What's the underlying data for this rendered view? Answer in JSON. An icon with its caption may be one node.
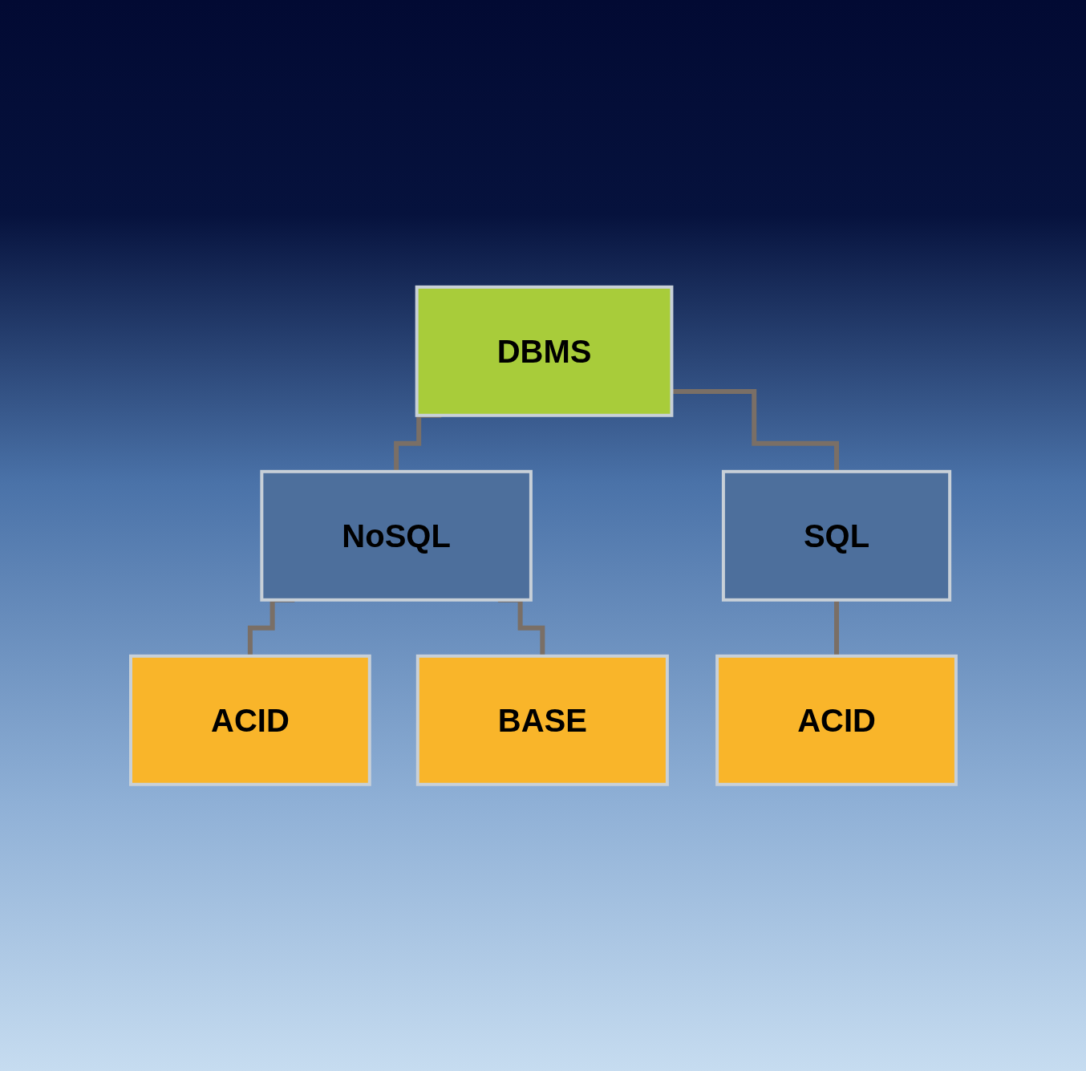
{
  "diagram": {
    "nodes": [
      {
        "text": [
          "DBMS"
        ]
      },
      {
        "text": [
          "NoSQL"
        ]
      },
      {
        "text": [
          "SQL"
        ]
      },
      {
        "text": [
          "ACID"
        ]
      },
      {
        "text": [
          "BASE"
        ]
      },
      {
        "text": [
          "ACID"
        ]
      }
    ],
    "edges": [
      {
        "from": 0,
        "to": 1,
        "arrow": "none"
      },
      {
        "from": 0,
        "to": 2,
        "arrow": "none"
      },
      {
        "from": 1,
        "to": 3,
        "arrow": "none"
      },
      {
        "from": 1,
        "to": 4,
        "arrow": "none"
      },
      {
        "from": 2,
        "to": 5,
        "arrow": "none"
      }
    ]
  }
}
